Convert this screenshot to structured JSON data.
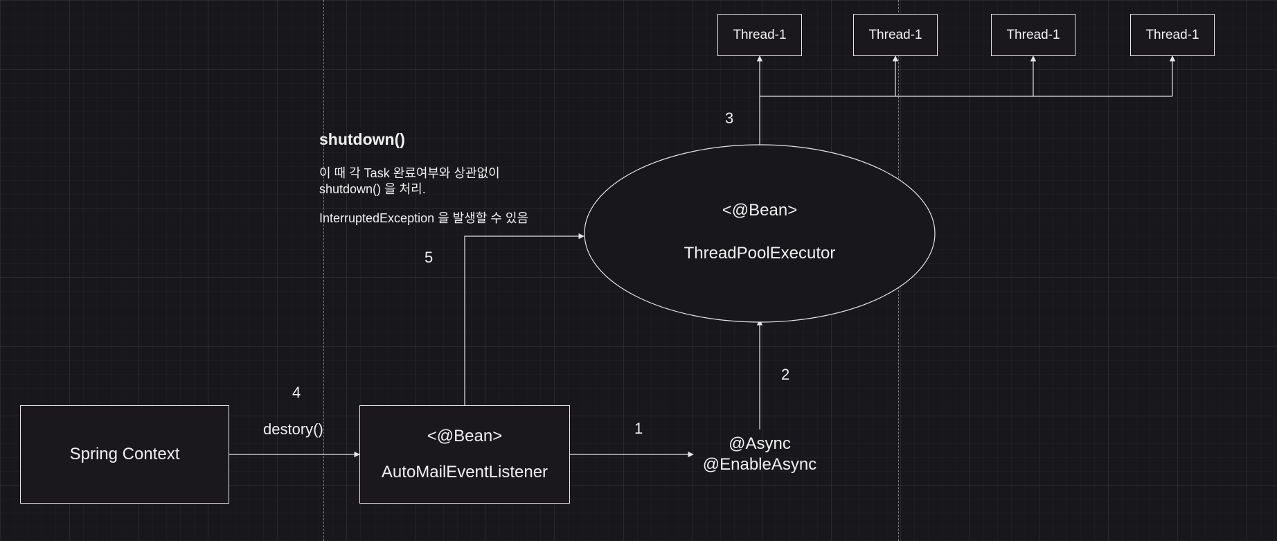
{
  "threads": [
    "Thread-1",
    "Thread-1",
    "Thread-1",
    "Thread-1"
  ],
  "executor": {
    "stereotype": "<@Bean>",
    "name": "ThreadPoolExecutor"
  },
  "listener": {
    "stereotype": "<@Bean>",
    "name": "AutoMailEventListener"
  },
  "spring_context": {
    "label": "Spring Context"
  },
  "async": {
    "line1": "@Async",
    "line2": "@EnableAsync"
  },
  "edges": {
    "destroy_label": "destory()"
  },
  "step_numbers": {
    "s1": "1",
    "s2": "2",
    "s3": "3",
    "s4": "4",
    "s5": "5"
  },
  "annotation": {
    "title": "shutdown()",
    "line1": "이 때 각 Task 완료여부와 상관없이",
    "line2": "shutdown() 을 처리.",
    "line3": "InterruptedException 을 발생할 수 있음"
  },
  "colors": {
    "background": "#18171c",
    "stroke": "#e6e6e6",
    "text": "#f0f0f0"
  }
}
